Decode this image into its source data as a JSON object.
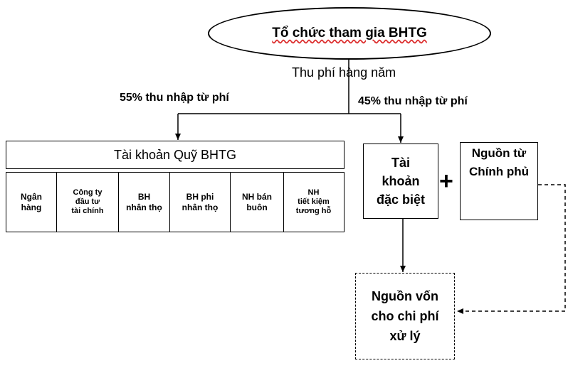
{
  "nodes": {
    "organization": "Tổ chức tham gia BHTG",
    "deposit_fund_account": "Tài khoản Quỹ BHTG",
    "special_account": "Tài\nkhoản\nđặc biệt",
    "government_source": "Nguồn từ\nChính phủ",
    "processing_capital": "Nguồn vốn\ncho chi phí\nxử lý"
  },
  "edges": {
    "annual_fee": "Thu phí hàng năm",
    "fee_share_fund": "55% thu nhập từ phí",
    "fee_share_special": "45% thu nhập từ phí"
  },
  "plus_symbol": "+",
  "member_categories": [
    "Ngân\nhàng",
    "Công ty\nđầu tư\ntài chính",
    "BH\nnhân thọ",
    "BH phi\nnhân thọ",
    "NH bán\nbuôn",
    "NH\ntiết kiệm\ntương hỗ"
  ]
}
